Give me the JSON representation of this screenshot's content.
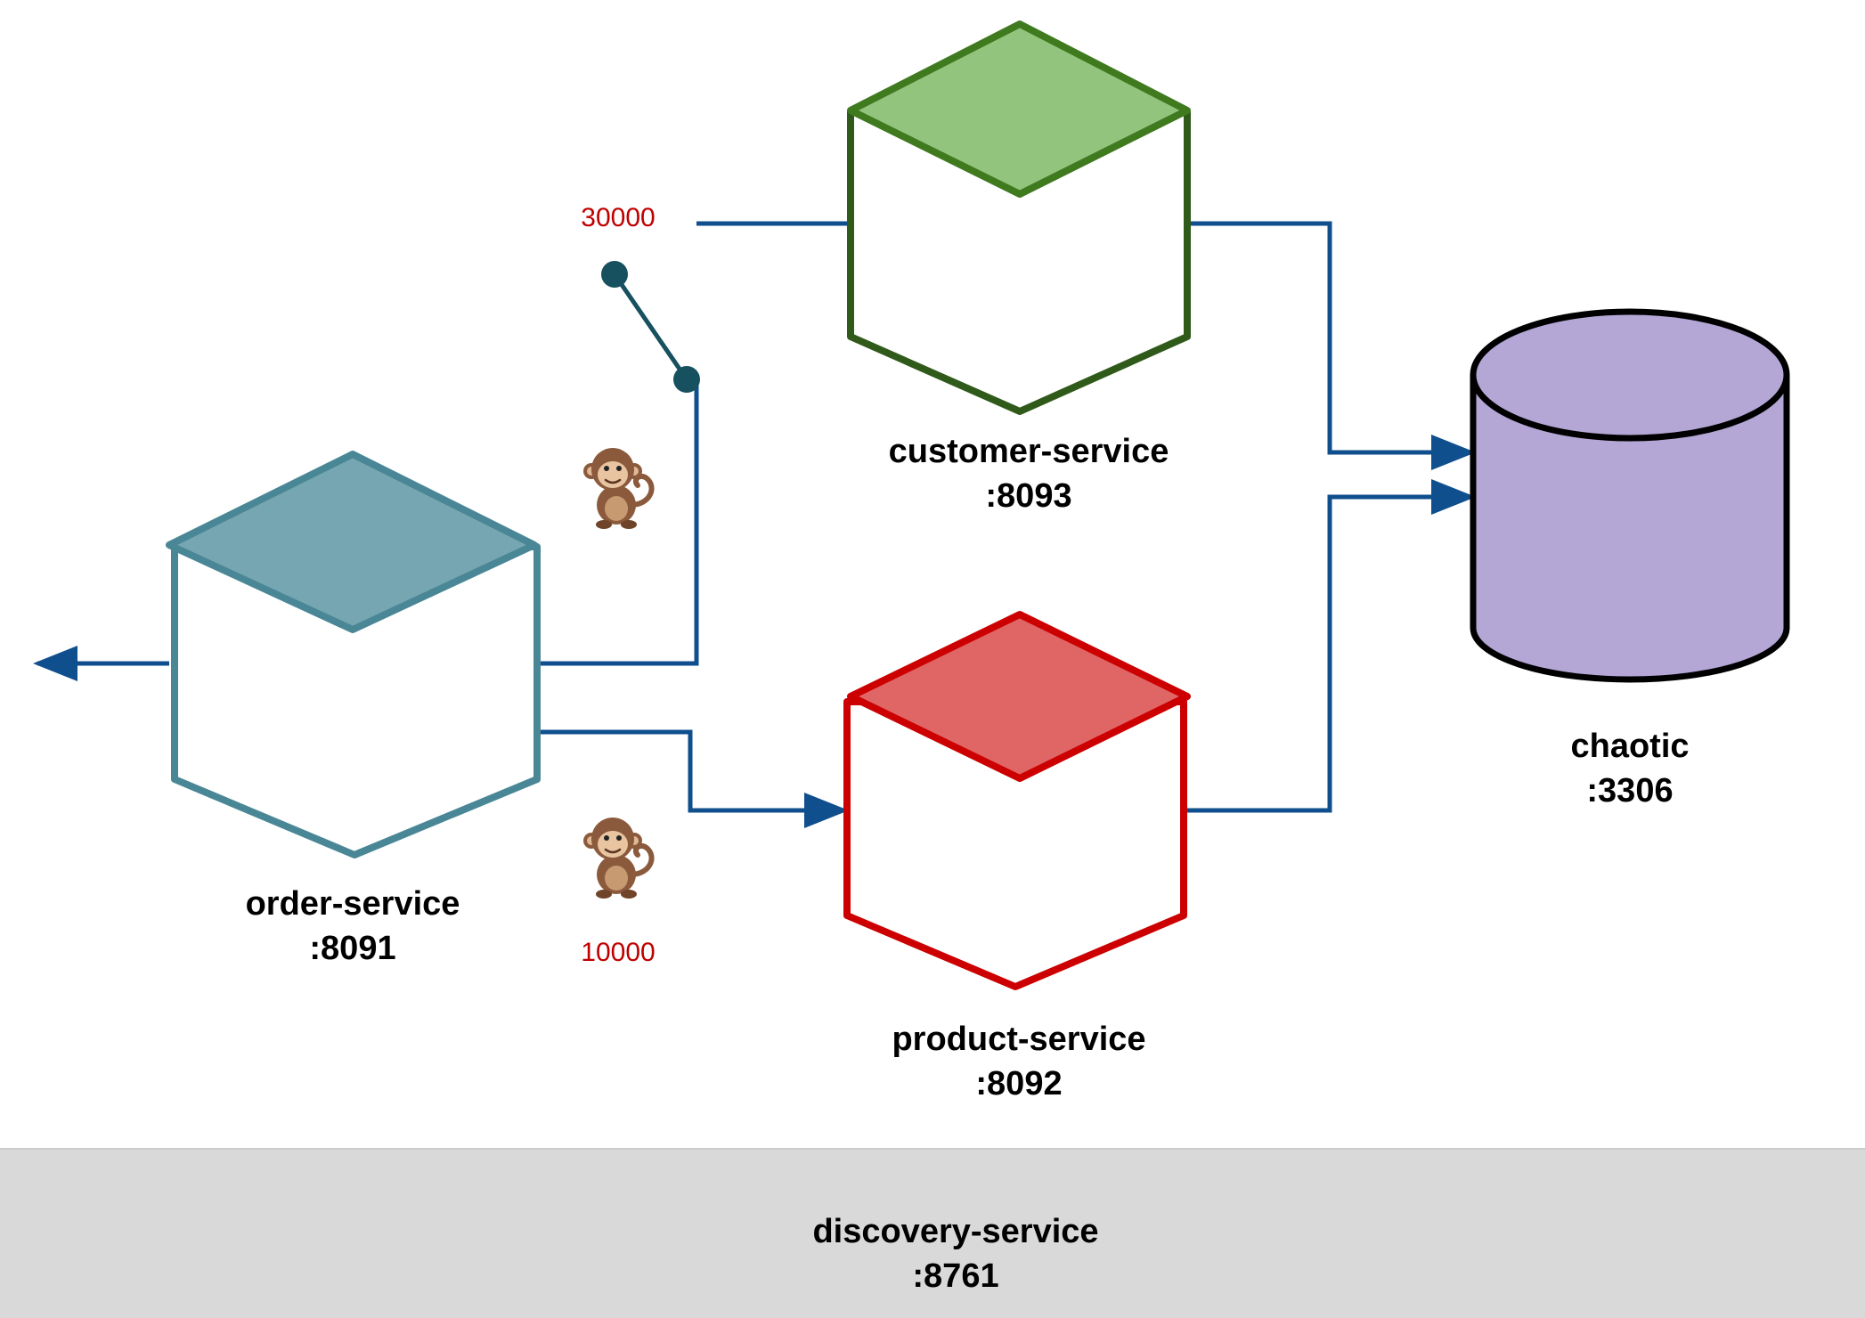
{
  "colors": {
    "link": "#0f4f8e",
    "breaker": "#17505f",
    "timeout_text": "#c00000",
    "order_stroke": "#4a8796",
    "order_fill": "#75a6b1",
    "customer_stroke": "#2f5a1a",
    "customer_stroke_top": "#3f7a1f",
    "customer_fill": "#93c47d",
    "product_stroke": "#cc0000",
    "product_fill": "#e06666",
    "db_stroke": "#000000",
    "db_fill": "#b4a7d6",
    "discovery_bg": "#d9d9d9"
  },
  "services": {
    "order": {
      "name": "order-service",
      "port": ":8091"
    },
    "customer": {
      "name": "customer-service",
      "port": ":8093"
    },
    "product": {
      "name": "product-service",
      "port": ":8092"
    }
  },
  "database": {
    "name": "chaotic",
    "port": ":3306"
  },
  "discovery": {
    "name": "discovery-service",
    "port": ":8761"
  },
  "timeouts": {
    "customer": "30000",
    "product": "10000"
  },
  "icons": {
    "monkey_customer": "monkey-icon",
    "monkey_product": "monkey-icon",
    "circuit_breaker": "open-switch-icon"
  }
}
